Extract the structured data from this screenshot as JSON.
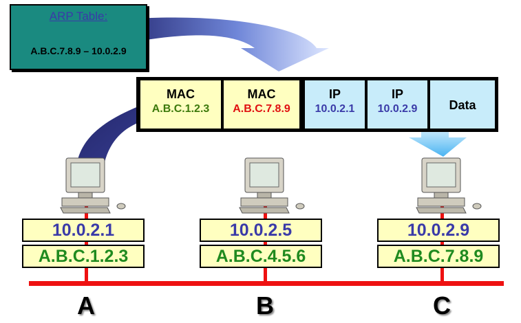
{
  "arp_table": {
    "title": "ARP Table:",
    "entry": "A.B.C.7.8.9 – 10.0.2.9"
  },
  "frame": {
    "fields": [
      {
        "key": "MAC",
        "value": "A.B.C.1.2.3",
        "color": "#3d7a0c"
      },
      {
        "key": "MAC",
        "value": "A.B.C.7.8.9",
        "color": "#e01010"
      },
      {
        "key": "IP",
        "value": "10.0.2.1",
        "color": "#3a3aa8"
      },
      {
        "key": "IP",
        "value": "10.0.2.9",
        "color": "#3a3aa8"
      },
      {
        "key": "Data"
      }
    ]
  },
  "hosts": [
    {
      "node": "A",
      "ip": "10.0.2.1",
      "mac": "A.B.C.1.2.3"
    },
    {
      "node": "B",
      "ip": "10.0.2.5",
      "mac": "A.B.C.4.5.6"
    },
    {
      "node": "C",
      "ip": "10.0.2.9",
      "mac": "A.B.C.7.8.9"
    }
  ],
  "colors": {
    "bus": "#ee1111",
    "arp_box": "#1a8a80",
    "mac_field": "#ffffc0",
    "ip_field": "#c8ecfa",
    "ip_text": "#3a3aa8",
    "mac_text": "#1f8a1f",
    "arrow_dark": "#2a2f7a",
    "arrow_light": "#6fc4f4"
  }
}
